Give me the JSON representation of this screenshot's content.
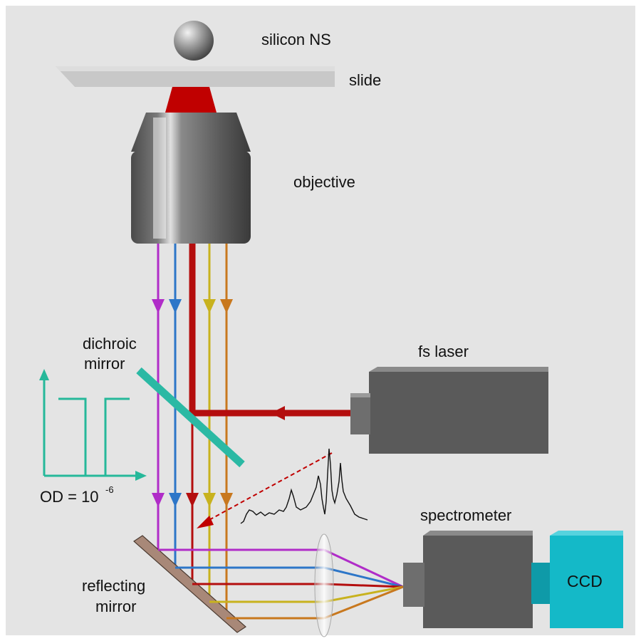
{
  "labels": {
    "silicon_ns": "silicon NS",
    "slide": "slide",
    "objective": "objective",
    "dichroic_line1": "dichroic",
    "dichroic_line2": "mirror",
    "fs_laser": "fs laser",
    "od_prefix": "OD = 10",
    "od_exponent": "-6",
    "spectrometer": "spectrometer",
    "ccd": "CCD",
    "reflecting_line1": "reflecting",
    "reflecting_line2": "mirror"
  },
  "colors": {
    "background": "#e4e4e4",
    "laser_red": "#c00000",
    "beam_magenta": "#b02cc8",
    "beam_blue": "#2d76c8",
    "beam_red": "#b40e0e",
    "beam_yellow": "#c8b21e",
    "beam_orange": "#c8781e",
    "dichroic": "#2bb9a4",
    "ccd_cyan": "#14b9c8",
    "filter_curve": "#26b89a",
    "reflecting_mirror": "#a88878",
    "device_gray": "#5a5a5a"
  },
  "icons": {
    "sphere": "silicon-nanosphere",
    "objective": "microscope-objective",
    "laser": "fs-laser-box",
    "lens": "focusing-lens",
    "spectrum": "raman-spectrum-trace"
  }
}
